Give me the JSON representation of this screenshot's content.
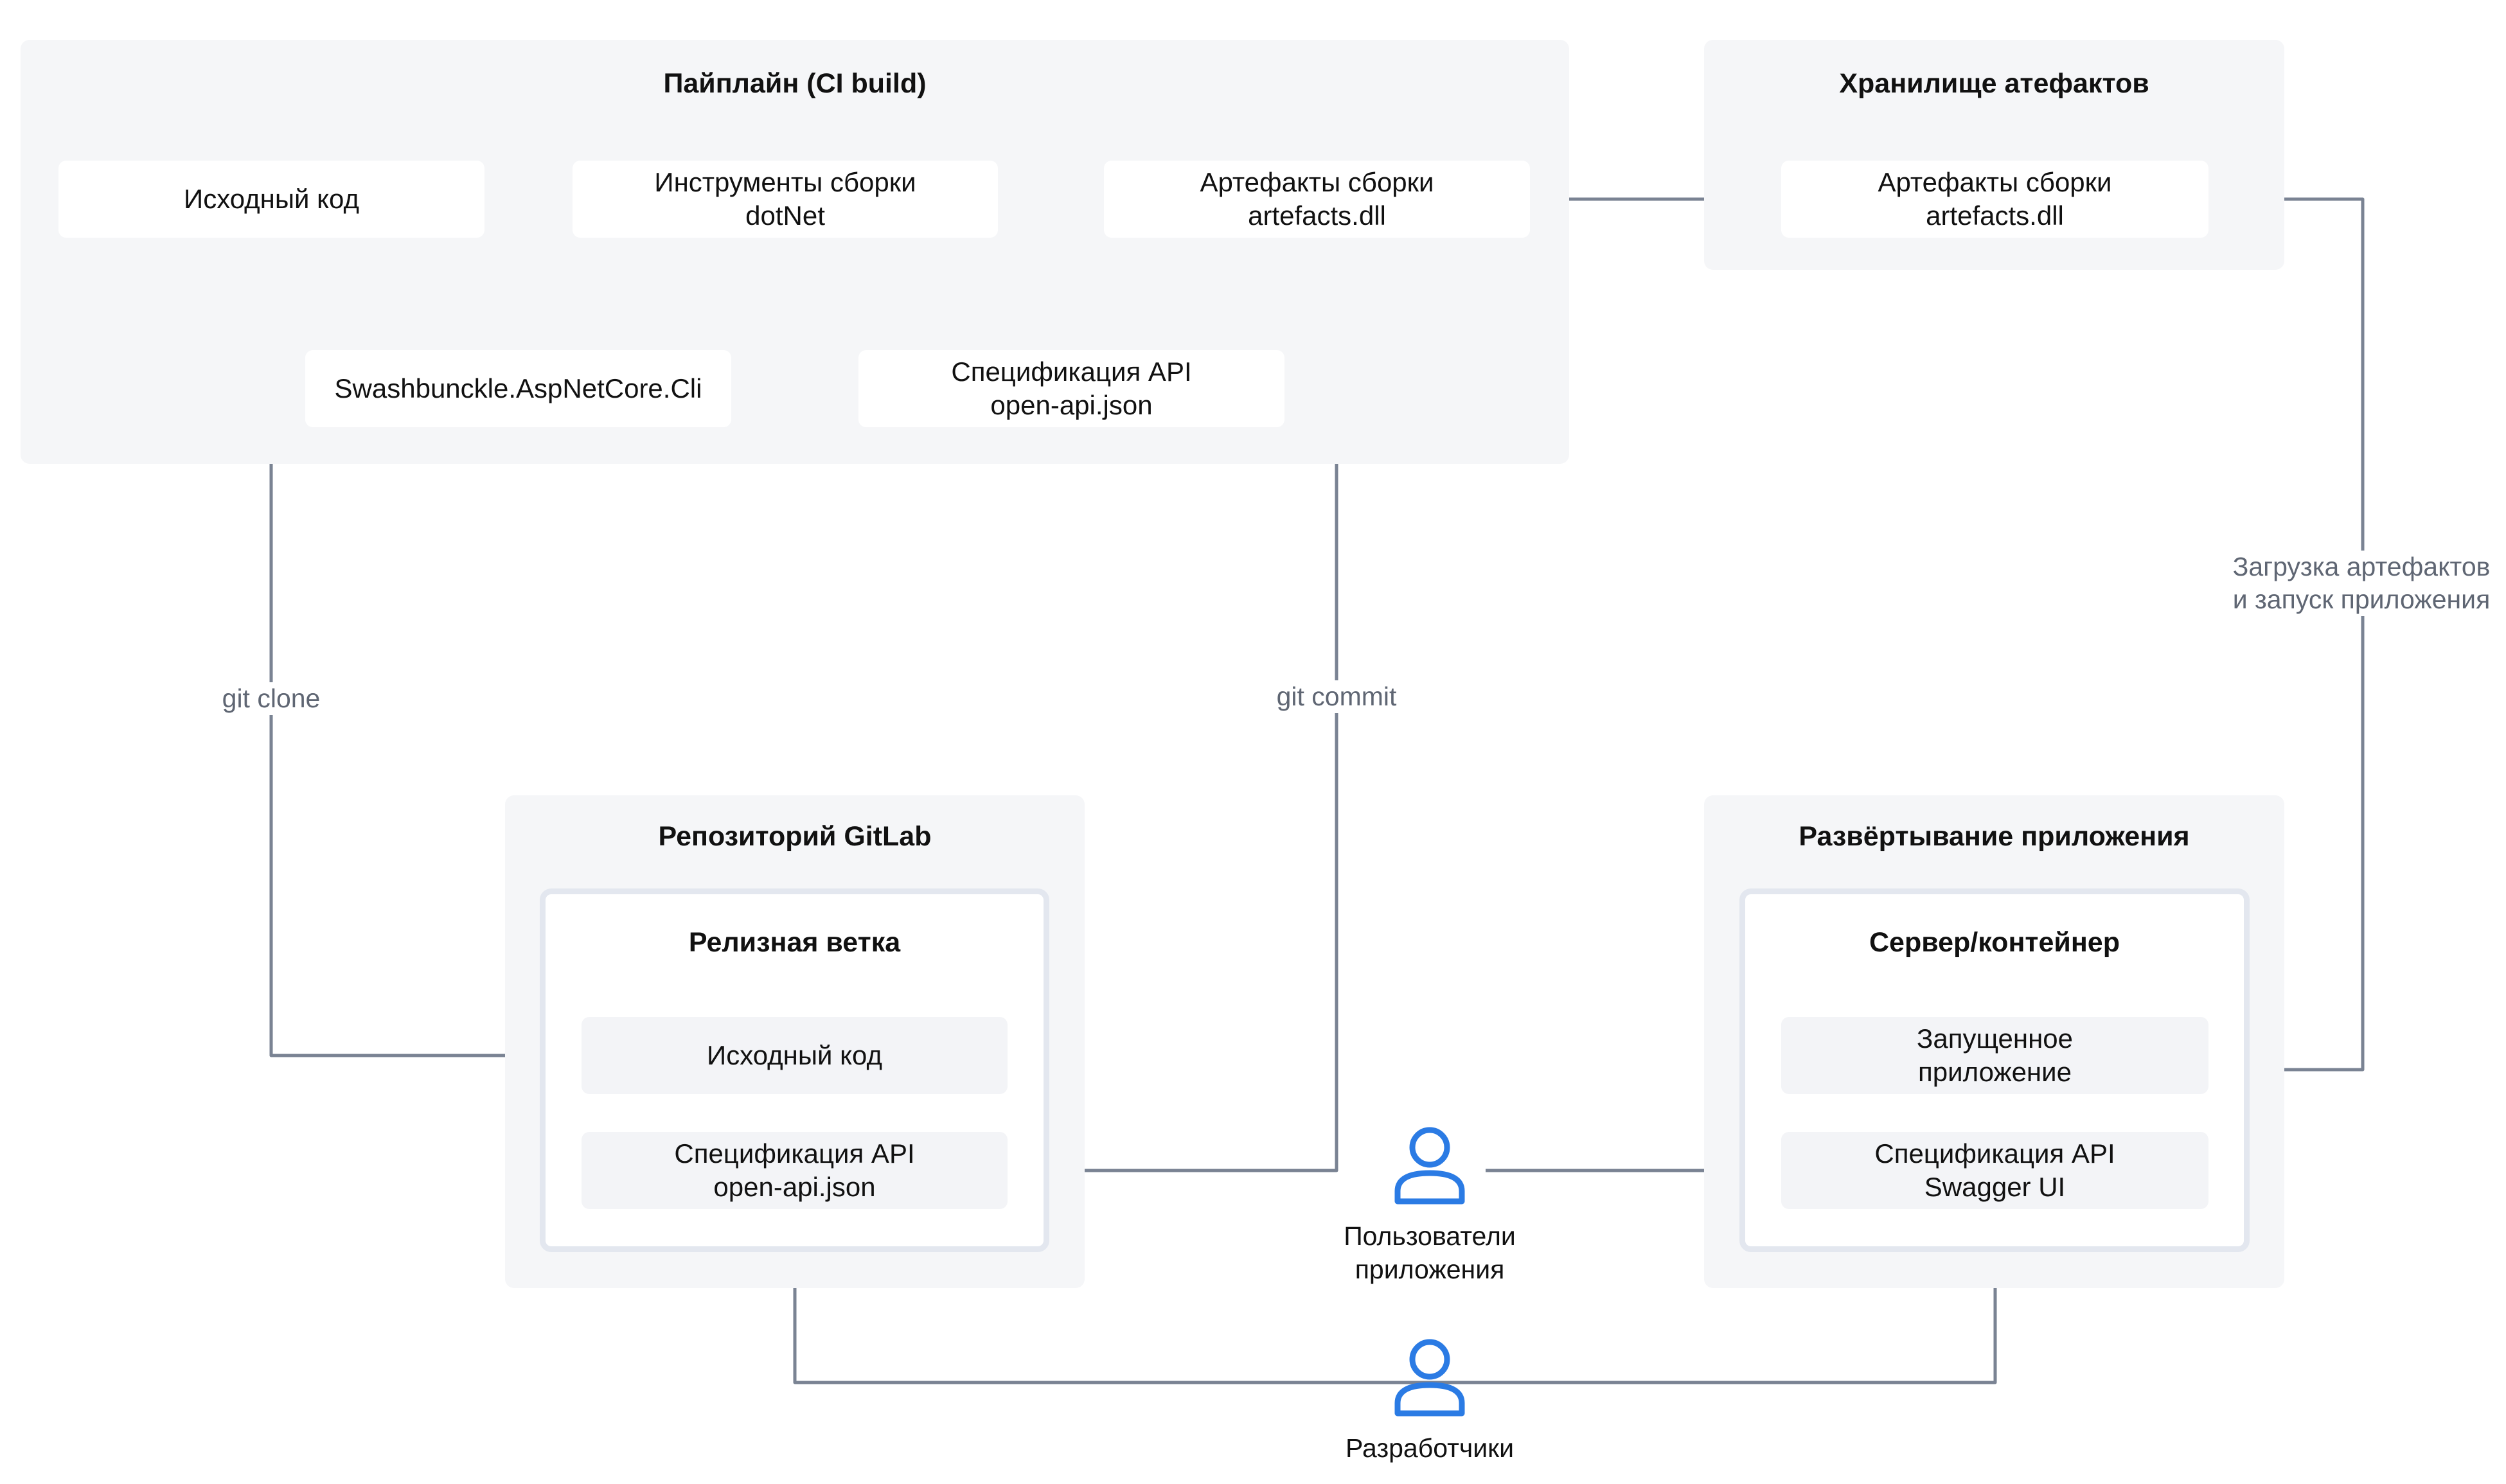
{
  "groups": {
    "pipeline": {
      "title": "Пайплайн (CI build)"
    },
    "storage": {
      "title": "Хранилище атефактов"
    },
    "repo": {
      "title": "Репозиторий GitLab",
      "branch_title": "Релизная ветка"
    },
    "deploy": {
      "title": "Развёртывание приложения",
      "server_title": "Сервер/контейнер"
    }
  },
  "nodes": {
    "pipeline_source": {
      "line1": "Исходный код"
    },
    "build_tools": {
      "line1": "Инструменты сборки",
      "line2": "dotNet"
    },
    "build_artifacts": {
      "line1": "Артефакты сборки",
      "line2": "artefacts.dll"
    },
    "swashbuckle": {
      "line1": "Swashbunckle.AspNetCore.Cli"
    },
    "pipeline_spec": {
      "line1": "Спецификация API",
      "line2": "open-api.json"
    },
    "stored_artifacts": {
      "line1": "Артефакты сборки",
      "line2": "artefacts.dll"
    },
    "repo_source": {
      "line1": "Исходный код"
    },
    "repo_spec": {
      "line1": "Спецификация API",
      "line2": "open-api.json"
    },
    "running_app": {
      "line1": "Запущенное",
      "line2": "приложение"
    },
    "swagger": {
      "line1": "Спецификация API",
      "line2": "Swagger UI"
    }
  },
  "edge_labels": {
    "git_clone": "git clone",
    "git_commit": "git commit",
    "load_line1": "Загрузка артефактов",
    "load_line2": "и запуск приложения"
  },
  "actors": {
    "users": {
      "line1": "Пользователи",
      "line2": "приложения",
      "icon": "user-icon"
    },
    "developers": {
      "line1": "Разработчики",
      "icon": "user-icon"
    }
  },
  "colors": {
    "arrow": "#7a8393",
    "actor": "#2b7be4",
    "group_bg": "#f5f6f8",
    "frame_border": "#e3e7ef"
  }
}
